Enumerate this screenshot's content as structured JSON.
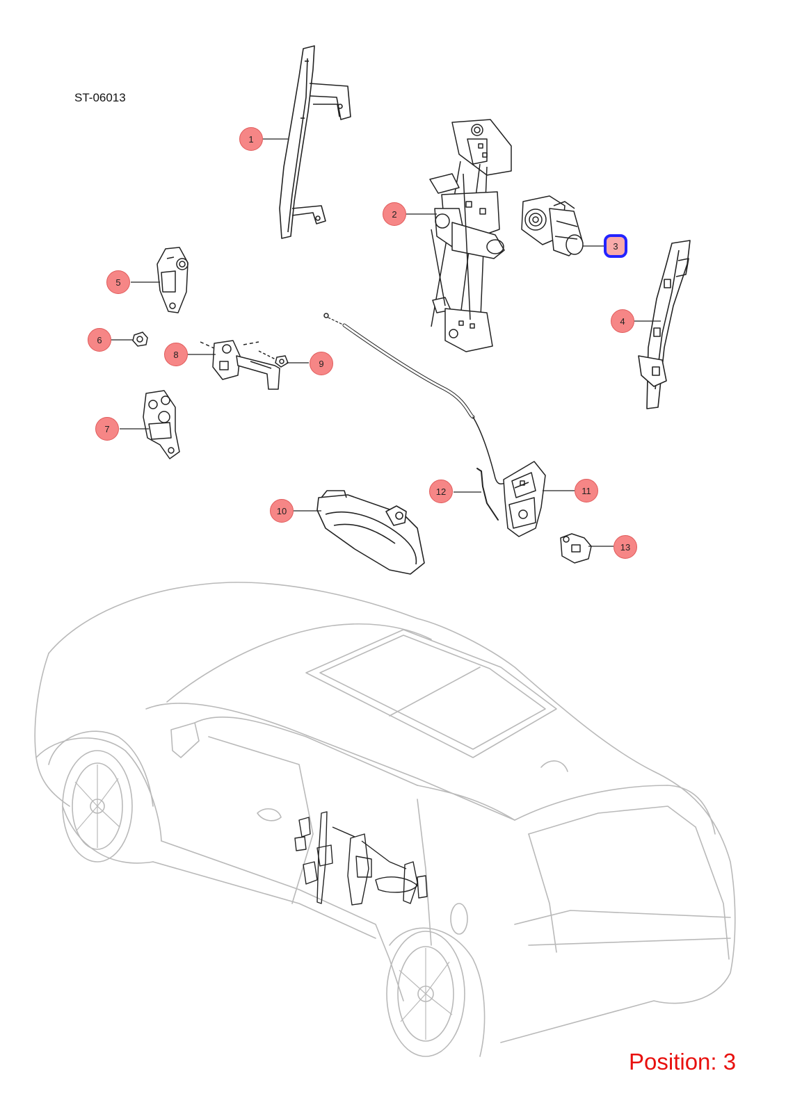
{
  "diagram_id": "ST-06013",
  "position_caption": "Position: 3",
  "selected_position": "3",
  "colors": {
    "callout_fill": "#f46464",
    "selection_border": "#2323ff",
    "caption_red": "#e8100e",
    "part_line": "#222222",
    "car_outline": "#b9b9b9"
  },
  "callouts": [
    {
      "id": "1",
      "label": "1",
      "part": "glass-run-channel-front"
    },
    {
      "id": "2",
      "label": "2",
      "part": "window-regulator"
    },
    {
      "id": "3",
      "label": "3",
      "part": "window-regulator-motor"
    },
    {
      "id": "4",
      "label": "4",
      "part": "glass-run-channel-rear"
    },
    {
      "id": "5",
      "label": "5",
      "part": "upper-door-hinge"
    },
    {
      "id": "6",
      "label": "6",
      "part": "nut"
    },
    {
      "id": "7",
      "label": "7",
      "part": "lower-door-hinge"
    },
    {
      "id": "8",
      "label": "8",
      "part": "door-check-strap"
    },
    {
      "id": "9",
      "label": "9",
      "part": "bolt"
    },
    {
      "id": "10",
      "label": "10",
      "part": "outside-door-handle"
    },
    {
      "id": "11",
      "label": "11",
      "part": "door-latch"
    },
    {
      "id": "12",
      "label": "12",
      "part": "latch-cable"
    },
    {
      "id": "13",
      "label": "13",
      "part": "striker"
    }
  ]
}
